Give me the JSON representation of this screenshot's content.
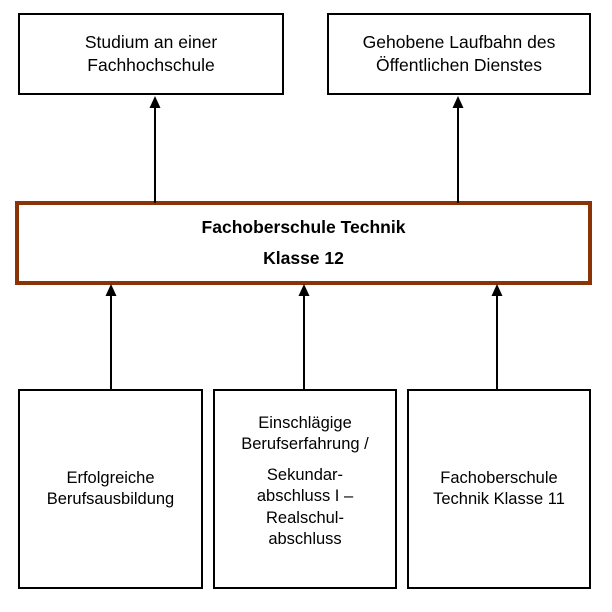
{
  "diagram": {
    "title": "Fachoberschule Technik Klasse 12 - Anschlussmoeglichkeiten",
    "colors": {
      "highlight_border": "#8a3307",
      "plain_border": "#000000",
      "text": "#000000",
      "background": "#ffffff"
    }
  },
  "nodes": {
    "top": [
      {
        "id": "studium",
        "lines": [
          "Studium an einer",
          "Fachhochschule"
        ],
        "line1": "Studium an einer",
        "line2": "Fachhochschule",
        "style": "plain"
      },
      {
        "id": "laufbahn",
        "lines": [
          "Gehobene Laufbahn des",
          "Öffentlichen Dienstes"
        ],
        "line1": "Gehobene Laufbahn des",
        "line2": "Öffentlichen Dienstes",
        "style": "plain"
      }
    ],
    "middle": {
      "id": "fachoberschule-technik-klasse-12",
      "lines": [
        "Fachoberschule Technik",
        "Klasse 12"
      ],
      "line1": "Fachoberschule Technik",
      "line2": "Klasse 12",
      "style": "highlight"
    },
    "bottom": [
      {
        "id": "berufsausbildung",
        "lines": [
          "Erfolgreiche",
          "Berufsausbildung"
        ],
        "line1": "Erfolgreiche",
        "line2": "Berufsausbildung",
        "style": "plain"
      },
      {
        "id": "berufserfahrung",
        "lines": [
          "Einschlägige",
          "Berufserfahrung /",
          "Sekundar-",
          "abschluss I –",
          "Realschul-",
          "abschluss"
        ],
        "line1": "Einschlägige",
        "line2": "Berufserfahrung /",
        "line3": "Sekundar-",
        "line4": "abschluss I –",
        "line5": "Realschul-",
        "line6": "abschluss",
        "style": "plain"
      },
      {
        "id": "fachoberschule-technik-klasse-11",
        "lines": [
          "Fachoberschule",
          "Technik Klasse 11"
        ],
        "line1": "Fachoberschule",
        "line2": "Technik Klasse 11",
        "style": "plain"
      }
    ]
  },
  "connectors": [
    {
      "id": "fos12-to-studium",
      "direction": "up",
      "from": "fachoberschule-technik-klasse-12",
      "to": "studium"
    },
    {
      "id": "fos12-to-laufbahn",
      "direction": "up",
      "from": "fachoberschule-technik-klasse-12",
      "to": "laufbahn"
    },
    {
      "id": "berufsausbildung-to-fos12",
      "direction": "up",
      "from": "berufsausbildung",
      "to": "fachoberschule-technik-klasse-12"
    },
    {
      "id": "berufserfahrung-to-fos12",
      "direction": "up",
      "from": "berufserfahrung",
      "to": "fachoberschule-technik-klasse-12"
    },
    {
      "id": "fos11-to-fos12",
      "direction": "up",
      "from": "fachoberschule-technik-klasse-11",
      "to": "fachoberschule-technik-klasse-12"
    }
  ]
}
